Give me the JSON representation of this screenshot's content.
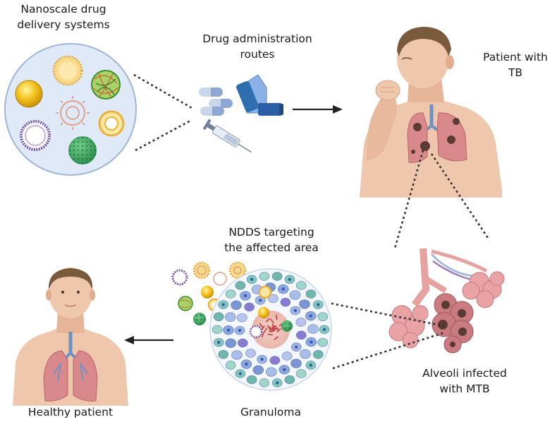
{
  "labels": {
    "nanoscale": [
      "Nanoscale drug",
      "delivery systems"
    ],
    "routes": [
      "Drug administration",
      "routes"
    ],
    "patient_tb": [
      "Patient with",
      "TB"
    ],
    "ndds": [
      "NDDS targeting",
      "the affected area"
    ],
    "alveoli": [
      "Alveoli infected",
      "with MTB"
    ],
    "healthy": "Healthy patient",
    "granuloma": "Granuloma"
  },
  "colors": {
    "skin": "#efc7ad",
    "skin_shade": "#e2ac8e",
    "hair": "#7a5a3c",
    "lung": "#d9898c",
    "lung_dark": "#b86468",
    "trachea": "#6f92c4",
    "alveoli": "#c8777a",
    "lesion": "#5a3a33",
    "circle_bg": "#dde8f7",
    "arrow": "#222222",
    "dotted": "#333333"
  }
}
